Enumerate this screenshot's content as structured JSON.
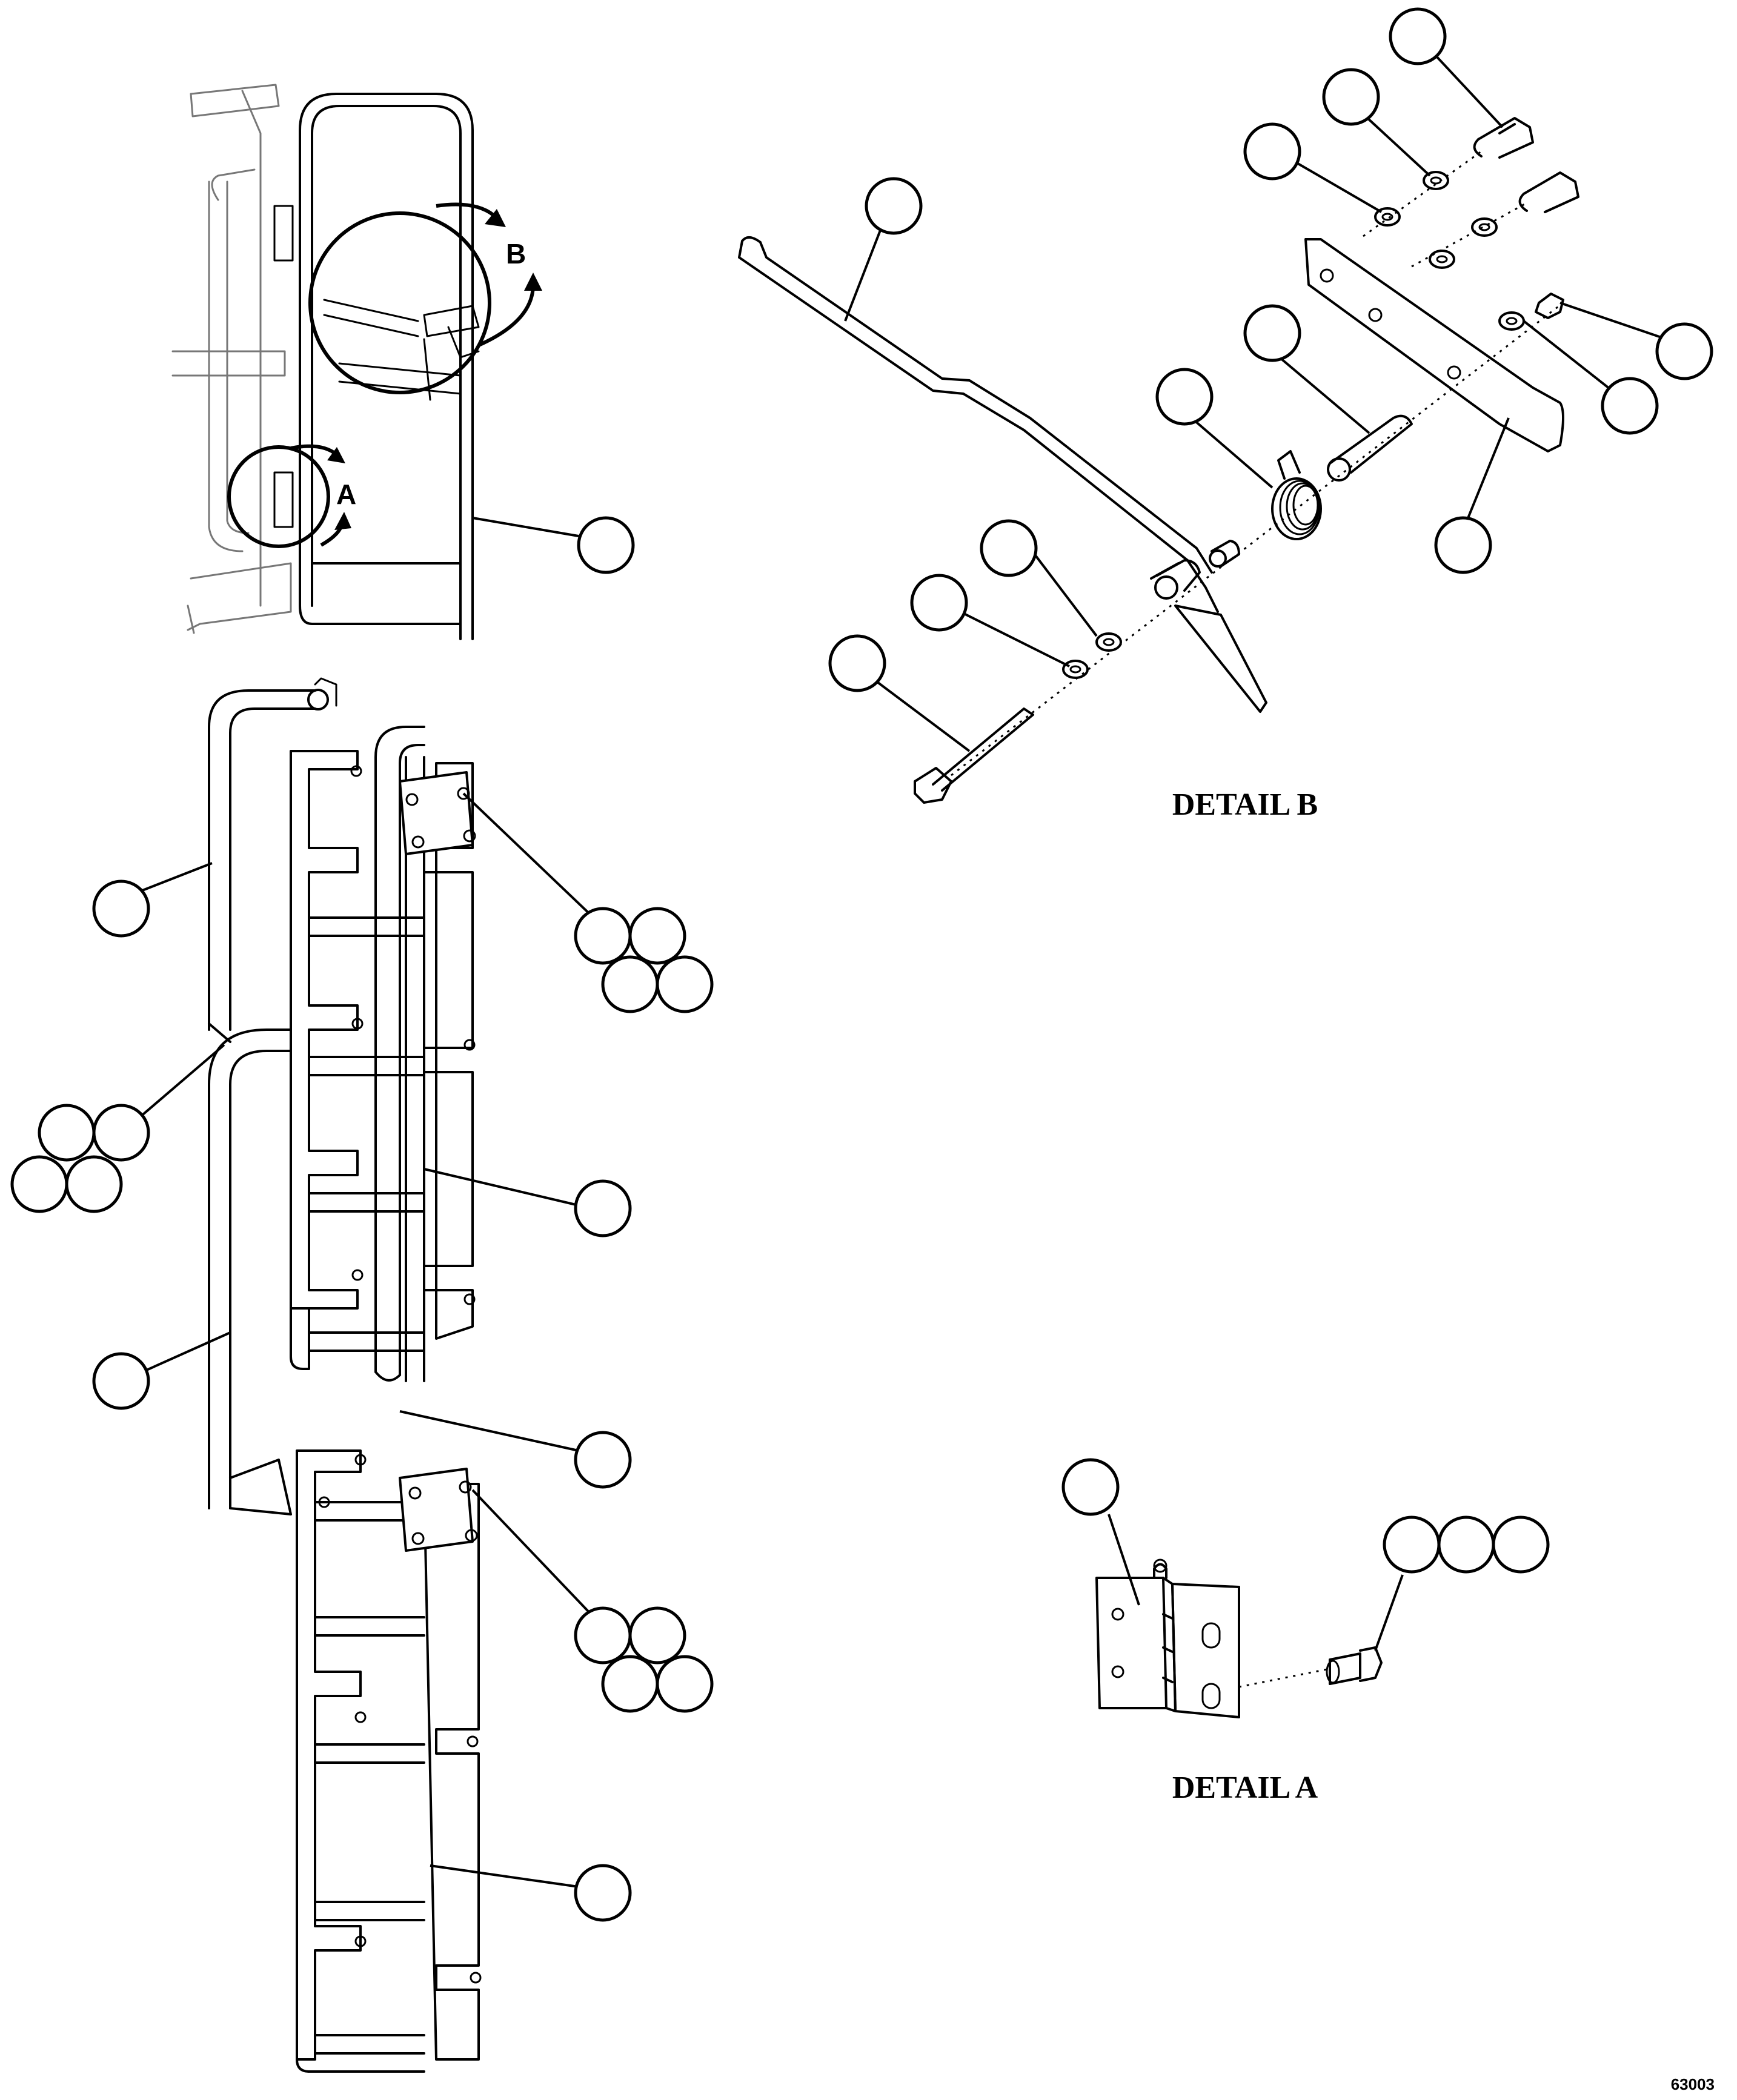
{
  "detail_b_label": "DETAIL B",
  "detail_a_label": "DETAIL A",
  "callout_a": "A",
  "callout_b": "B",
  "figure_number": "63003"
}
